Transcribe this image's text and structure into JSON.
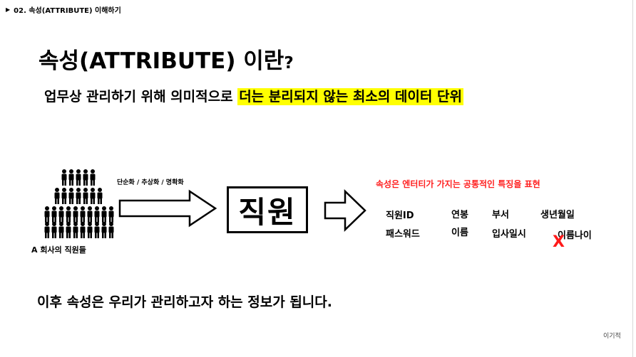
{
  "header": {
    "section_label": "02. 속성(ATTRIBUTE) 이해하기"
  },
  "title": {
    "main": "속성(ATTRIBUTE) 이란",
    "question_mark": "?"
  },
  "definition": {
    "plain": "업무상 관리하기 위해 의미적으로 ",
    "highlighted": "더는 분리되지 않는 최소의 데이터 단위",
    "highlight_color": "#ffff00"
  },
  "diagram": {
    "people_label": "A 회사의 직원들",
    "process_label": "단순화 / 추상화 / 명확화",
    "entity_label": "직원",
    "attribute_description": "속성은 엔터티가 가지는 공통적인 특징을 표현",
    "attribute_description_color": "#ff2020",
    "attributes": {
      "row1": [
        "직원ID",
        "연봉",
        "부서",
        "생년월일"
      ],
      "row2": [
        "패스워드",
        "이름",
        "입사일시",
        "이름나이"
      ]
    },
    "invalid_mark": "X",
    "invalid_mark_color": "#ff1a1a"
  },
  "footer": {
    "text": "이후 속성은 우리가 관리하고자 하는 정보가 됩니다."
  },
  "watermark": {
    "text": "이기적"
  }
}
